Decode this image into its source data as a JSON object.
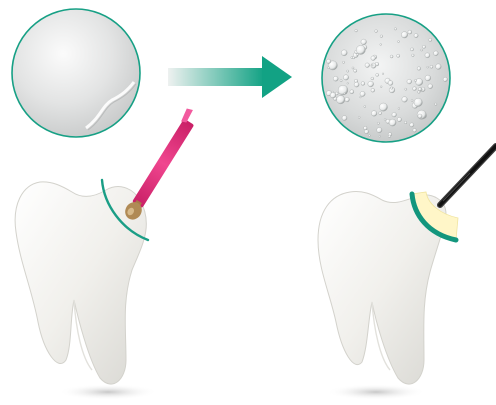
{
  "panels": [
    {
      "id": "before",
      "surface": "smooth-etched",
      "tool": "applicator-brush"
    },
    {
      "id": "after",
      "surface": "droplets",
      "tool": "instrument-tip"
    }
  ],
  "colors": {
    "accent": "#1a9e86",
    "arrow_start": "#eef1f0",
    "arrow_end": "#12a284",
    "brush": "#e0327d",
    "brush_tip": "#b08a55",
    "enamel": "#f4f3ef",
    "coating": "#fff6c8",
    "instrument": "#1b1b1b"
  },
  "icons": {
    "process_arrow": "arrow-right-icon",
    "before_lens": "magnifier-smooth-surface-icon",
    "after_lens": "magnifier-droplets-icon"
  }
}
